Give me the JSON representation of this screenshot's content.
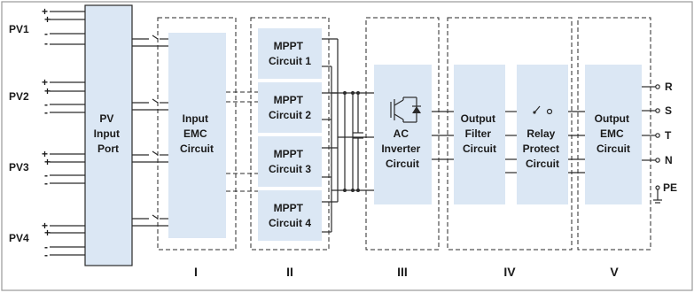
{
  "inputs": {
    "pv1": "PV1",
    "pv2": "PV2",
    "pv3": "PV3",
    "pv4": "PV4",
    "plus": "+",
    "minus": "-"
  },
  "blocks": {
    "pv_port": [
      "PV",
      "Input",
      "Port"
    ],
    "input_emc": [
      "Input",
      "EMC",
      "Circuit"
    ],
    "mppt1": [
      "MPPT",
      "Circuit 1"
    ],
    "mppt2": [
      "MPPT",
      "Circuit 2"
    ],
    "mppt3": [
      "MPPT",
      "Circuit 3"
    ],
    "mppt4": [
      "MPPT",
      "Circuit 4"
    ],
    "ac_inverter": [
      "AC",
      "Inverter",
      "Circuit"
    ],
    "output_filter": [
      "Output",
      "Filter",
      "Circuit"
    ],
    "relay_protect": [
      "Relay",
      "Protect",
      "Circuit"
    ],
    "output_emc": [
      "Output",
      "EMC",
      "Circuit"
    ]
  },
  "outputs": {
    "r": "R",
    "s": "S",
    "t": "T",
    "n": "N",
    "pe": "PE"
  },
  "stages": {
    "s1": "I",
    "s2": "II",
    "s3": "III",
    "s4": "IV",
    "s5": "V"
  }
}
